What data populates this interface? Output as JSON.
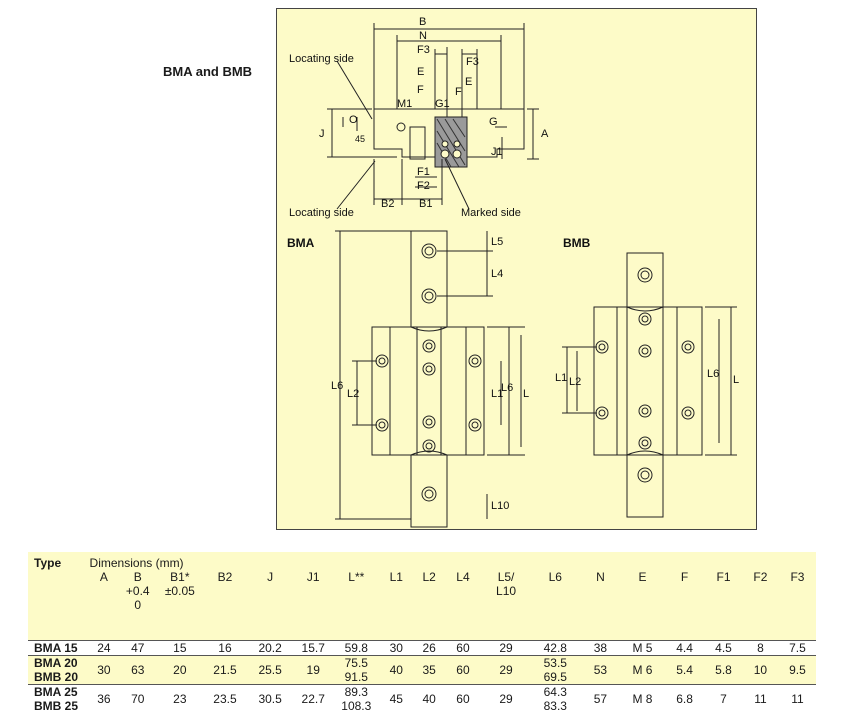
{
  "caption": "BMA and BMB",
  "drawing": {
    "labels": {
      "B": "B",
      "N": "N",
      "F3": "F3",
      "E": "E",
      "F": "F",
      "M1": "M1",
      "G1": "G1",
      "G": "G",
      "O": "O",
      "J": "J",
      "A": "A",
      "J1": "J1",
      "angle": "45",
      "F1": "F1",
      "F2": "F2",
      "B2": "B2",
      "B1": "B1",
      "locating_side_top": "Locating side",
      "locating_side_bottom": "Locating side",
      "marked_side": "Marked side",
      "bma": "BMA",
      "bmb": "BMB",
      "L5": "L5",
      "L4": "L4",
      "L6": "L6",
      "L2": "L2",
      "L1": "L1",
      "L": "L",
      "L10": "L10"
    }
  },
  "table": {
    "type_header": "Type",
    "group_header": "Dimensions (mm)",
    "columns": [
      {
        "name": "A",
        "sub": ""
      },
      {
        "name": "B",
        "sub": "+0.4",
        "sub2": "0"
      },
      {
        "name": "B1*",
        "sub": "±0.05"
      },
      {
        "name": "B2",
        "sub": ""
      },
      {
        "name": "J",
        "sub": ""
      },
      {
        "name": "J1",
        "sub": ""
      },
      {
        "name": "L**",
        "sub": ""
      },
      {
        "name": "L1",
        "sub": ""
      },
      {
        "name": "L2",
        "sub": ""
      },
      {
        "name": "L4",
        "sub": ""
      },
      {
        "name": "L5/",
        "sub": "L10"
      },
      {
        "name": "L6",
        "sub": ""
      },
      {
        "name": "N",
        "sub": ""
      },
      {
        "name": "E",
        "sub": ""
      },
      {
        "name": "F",
        "sub": ""
      },
      {
        "name": "F1",
        "sub": ""
      },
      {
        "name": "F2",
        "sub": ""
      },
      {
        "name": "F3",
        "sub": ""
      }
    ],
    "rows": [
      {
        "type": "BMA 15",
        "type2": "",
        "values": [
          "24",
          "47",
          "15",
          "16",
          "20.2",
          "15.7",
          "59.8",
          "30",
          "26",
          "60",
          "29",
          "42.8",
          "38",
          "M 5",
          "4.4",
          "4.5",
          "8",
          "7.5"
        ],
        "values2": [
          "",
          "",
          "",
          "",
          "",
          "",
          "",
          "",
          "",
          "",
          "",
          "",
          "",
          "",
          "",
          "",
          "",
          ""
        ]
      },
      {
        "type": "BMA 20",
        "type2": "BMB 20",
        "values": [
          "30",
          "63",
          "20",
          "21.5",
          "25.5",
          "19",
          "75.5",
          "40",
          "35",
          "60",
          "29",
          "53.5",
          "53",
          "M 6",
          "5.4",
          "5.8",
          "10",
          "9.5"
        ],
        "values2": [
          "",
          "",
          "",
          "",
          "",
          "",
          "91.5",
          "",
          "",
          "",
          "",
          "69.5",
          "",
          "",
          "",
          "",
          "",
          ""
        ]
      },
      {
        "type": "BMA 25",
        "type2": "BMB 25",
        "values": [
          "36",
          "70",
          "23",
          "23.5",
          "30.5",
          "22.7",
          "89.3",
          "45",
          "40",
          "60",
          "29",
          "64.3",
          "57",
          "M 8",
          "6.8",
          "7",
          "11",
          "11"
        ],
        "values2": [
          "",
          "",
          "",
          "",
          "",
          "",
          "108.3",
          "",
          "",
          "",
          "",
          "83.3",
          "",
          "",
          "",
          "",
          "",
          ""
        ]
      }
    ]
  }
}
